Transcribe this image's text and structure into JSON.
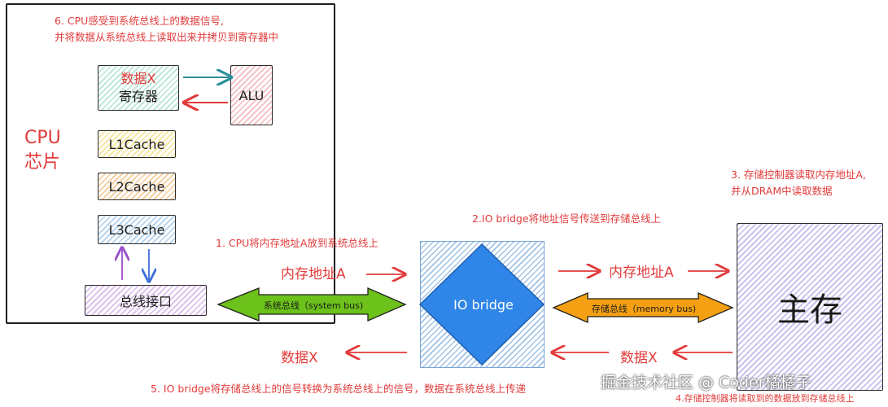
{
  "cpu": {
    "label_line1": "CPU",
    "label_line2": "芯片",
    "step6_line1": "6. CPU感受到系统总线上的数据信号,",
    "step6_line2": "并将数据从系统总线上读取出来并拷贝到寄存器中",
    "register_line1": "数据X",
    "register_line2": "寄存器",
    "alu": "ALU",
    "l1": "L1Cache",
    "l2": "L2Cache",
    "l3": "L3Cache",
    "bus_interface": "总线接口"
  },
  "system_bus": {
    "label": "系统总线（system bus)",
    "step1": "1. CPU将内存地址A放到系统总线上",
    "address_label": "内存地址A",
    "data_label": "数据X"
  },
  "io_bridge": {
    "label": "IO bridge",
    "step2": "2.IO bridge将地址信号传送到存储总线上",
    "step5": "5. IO bridge将存储总线上的信号转换为系统总线上的信号，数据在系统总线上传递"
  },
  "memory_bus": {
    "label": "存储总线（memory bus)",
    "address_label": "内存地址A",
    "data_label": "数据X"
  },
  "main_memory": {
    "label": "主存",
    "step3_line1": "3. 存储控制器读取内存地址A,",
    "step3_line2": "并从DRAM中读取数据",
    "step4": "4.存储控制器将读取到的数据放到存储总线上"
  },
  "watermark": "掘金技术社区 @ Coder橘橘子",
  "colors": {
    "red": "#e23a3a",
    "system_bus_green": "#6cc11a",
    "memory_bus_orange": "#f4a012",
    "io_diamond_blue": "#2f86e8"
  }
}
